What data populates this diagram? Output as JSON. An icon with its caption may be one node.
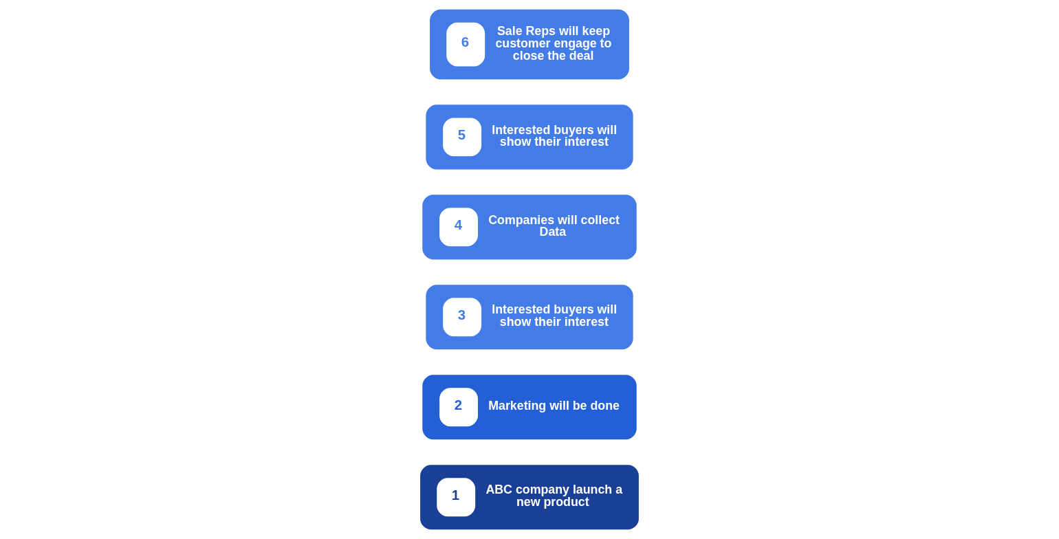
{
  "diagram": {
    "nodes": [
      {
        "text": [
          "1",
          "ABC company launch a new product"
        ]
      },
      {
        "text": [
          "2",
          "Marketing will be done"
        ]
      },
      {
        "text": [
          "3",
          "Interested buyers will show their interest"
        ]
      },
      {
        "text": [
          "4",
          "Companies will collect Data"
        ]
      },
      {
        "text": [
          "5",
          "Interested buyers will show their interest"
        ]
      },
      {
        "text": [
          "6",
          "Sale Reps will keep customer engage to close the deal"
        ]
      }
    ]
  }
}
